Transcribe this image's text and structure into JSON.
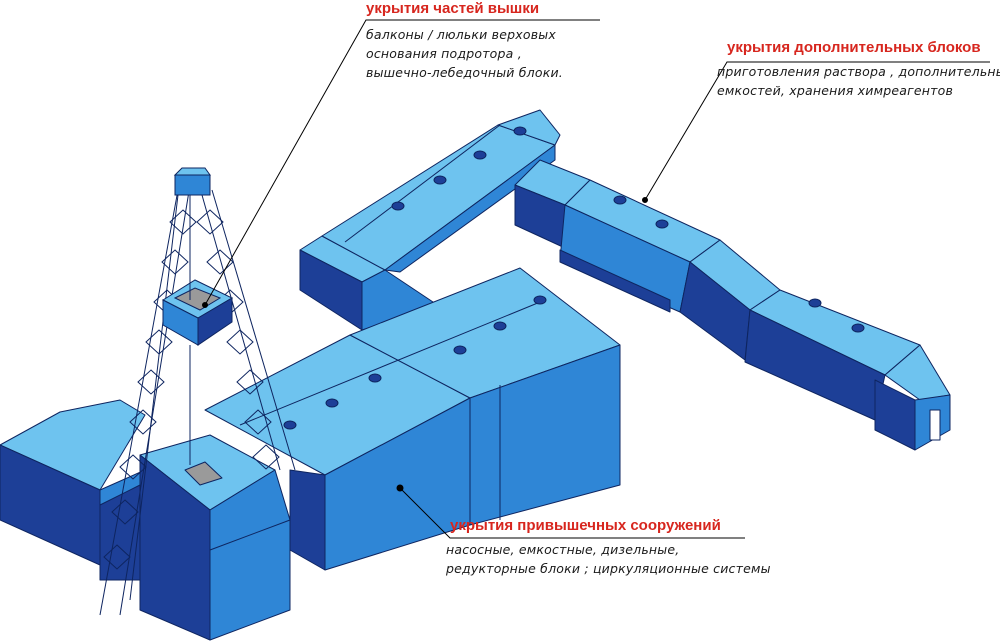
{
  "callouts": [
    {
      "title": "укрытия частей вышки",
      "lines": [
        "балконы / люльки верховых",
        "основания подротора ,",
        "вышечно-лебедочный блоки."
      ]
    },
    {
      "title": "укрытия дополнительных блоков",
      "lines": [
        "приготовления раствора , дополнительных",
        "емкостей, хранения химреагентов"
      ]
    },
    {
      "title": "укрытия привышечных сооружений",
      "lines": [
        "насосные,  емкостные,  дизельные,",
        "редукторные блоки ; циркуляционные системы"
      ]
    }
  ],
  "colors": {
    "roof": "#6ec3ef",
    "side_mid": "#2f86d6",
    "side_dark": "#1d3f97",
    "leader": "#000000",
    "title_red": "#d7261e"
  },
  "icons": [
    "derrick-tower",
    "roof-vent-dots"
  ]
}
